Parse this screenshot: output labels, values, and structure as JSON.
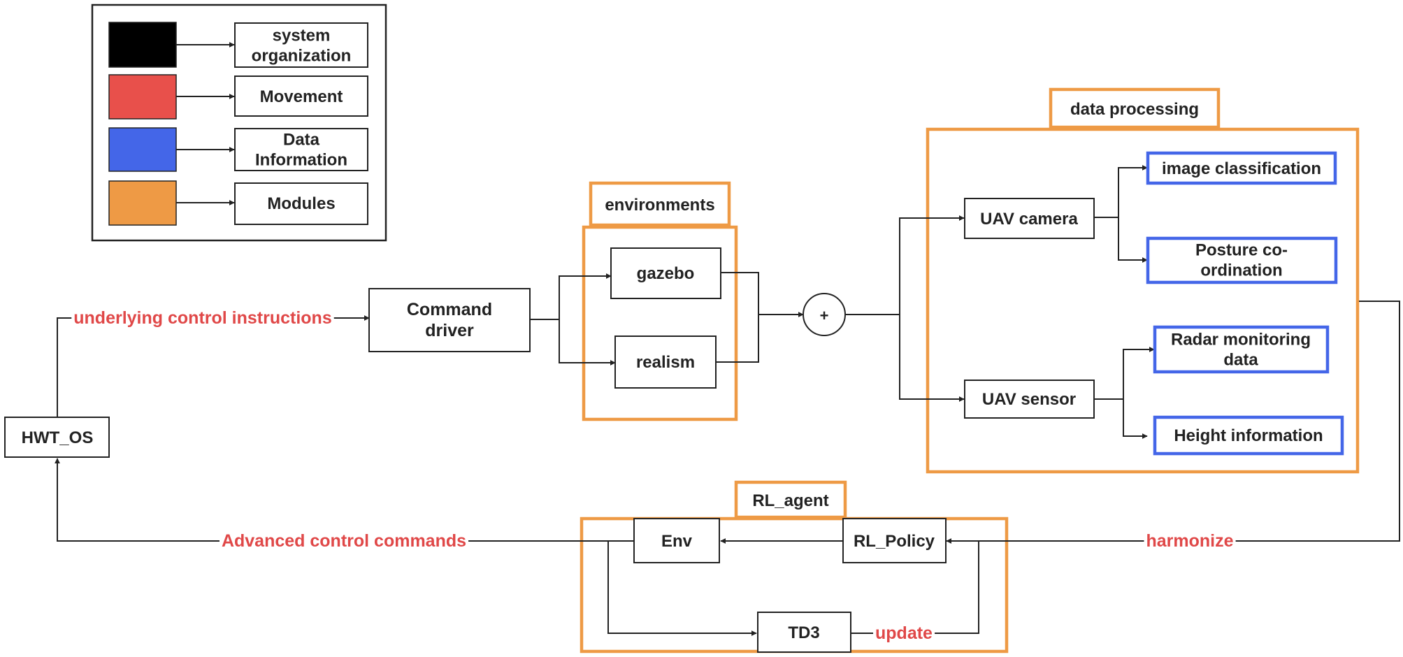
{
  "colors": {
    "system_organization": "#000000",
    "movement": "#e8504b",
    "data_information": "#4466e8",
    "modules": "#ee9a45",
    "label_red": "#e04848",
    "line": "#222222"
  },
  "legend": {
    "items": [
      {
        "label": "system\norganization",
        "color": "#000000"
      },
      {
        "label": "Movement",
        "color": "#e8504b"
      },
      {
        "label": "Data\nInformation",
        "color": "#4466e8"
      },
      {
        "label": "Modules",
        "color": "#ee9a45"
      }
    ]
  },
  "nodes": {
    "hwt_os": "HWT_OS",
    "command_driver": "Command\ndriver",
    "gazebo": "gazebo",
    "realism": "realism",
    "sum": "+",
    "uav_camera": "UAV camera",
    "uav_sensor": "UAV sensor",
    "image_classification": "image classification",
    "posture_coordination": "Posture co-\nordination",
    "radar_monitoring": "Radar monitoring\ndata",
    "height_information": "Height information",
    "env": "Env",
    "rl_policy": "RL_Policy",
    "td3": "TD3"
  },
  "modules": {
    "environments": "environments",
    "data_processing": "data processing",
    "rl_agent": "RL_agent"
  },
  "edge_labels": {
    "underlying": "underlying control instructions",
    "advanced": "Advanced control commands",
    "harmonize": "harmonize",
    "update": "update"
  }
}
